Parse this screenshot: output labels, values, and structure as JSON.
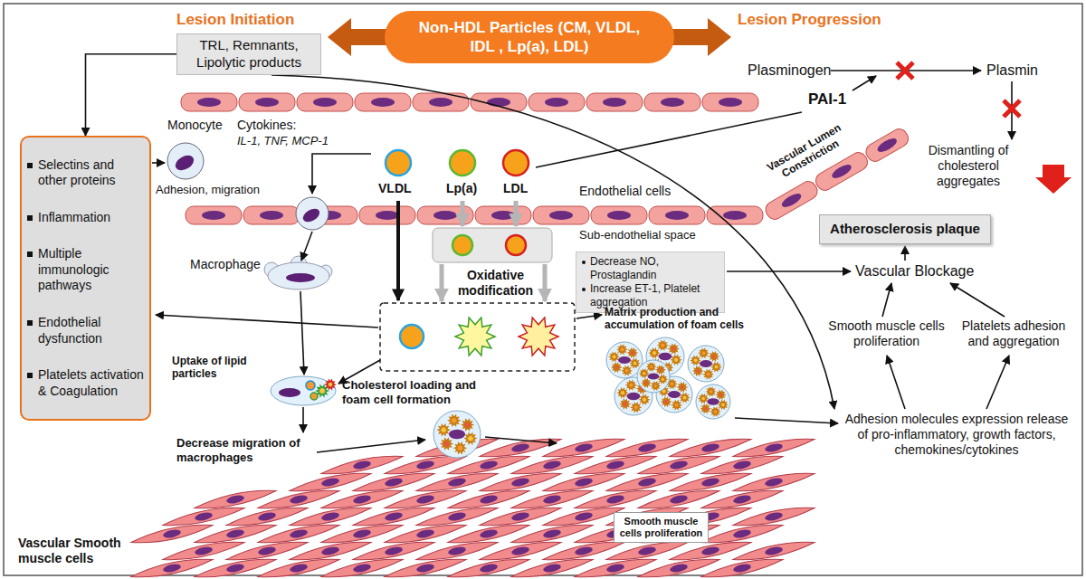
{
  "diagram": {
    "nodes": [
      {
        "text": [
          "Non-HDL Particles (CM, VLDL, IDL , Lp(a), LDL)"
        ]
      },
      {
        "text": [
          "TRL, Remnants, Lipolytic products"
        ]
      },
      {
        "text": [
          "Selectins and other proteins",
          "Inflammation",
          "Multiple immunologic pathways",
          "Endothelial dysfunction",
          "Platelets activation & Coagulation"
        ]
      },
      {
        "text": [
          "Decrease NO, Prostaglandin",
          "Increase ET-1, Platelet aggregation"
        ]
      },
      {
        "text": [
          "Atherosclerosis plaque"
        ]
      },
      {
        "text": [
          "Smooth muscle cells proliferation"
        ]
      }
    ],
    "edges": [
      {
        "from": 1,
        "to": 2,
        "arrow": "to"
      }
    ],
    "labels": [
      "Lesion Initiation",
      "Lesion Progression",
      "Plasminogen",
      "Plasmin",
      "PAI-1",
      "Dismantling of cholesterol aggregates",
      "Vascular Lumen Constriction",
      "Monocyte",
      "Cytokines:",
      "IL-1, TNF, MCP-1",
      "Adhesion, migration",
      "VLDL",
      "Lp(a)",
      "LDL",
      "Endothelial cells",
      "Sub-endothelial space",
      "Oxidative modification",
      "Macrophage",
      "Uptake of lipid particles",
      "Cholesterol loading and foam cell formation",
      "Decrease migration of macrophages",
      "Matrix production and accumulation of foam cells",
      "Vascular Blockage",
      "Smooth muscle cells proliferation",
      "Platelets adhesion and aggregation",
      "Adhesion molecules expression release of pro-inflammatory, growth factors, chemokines/cytokines",
      "Vascular Smooth muscle cells"
    ]
  }
}
